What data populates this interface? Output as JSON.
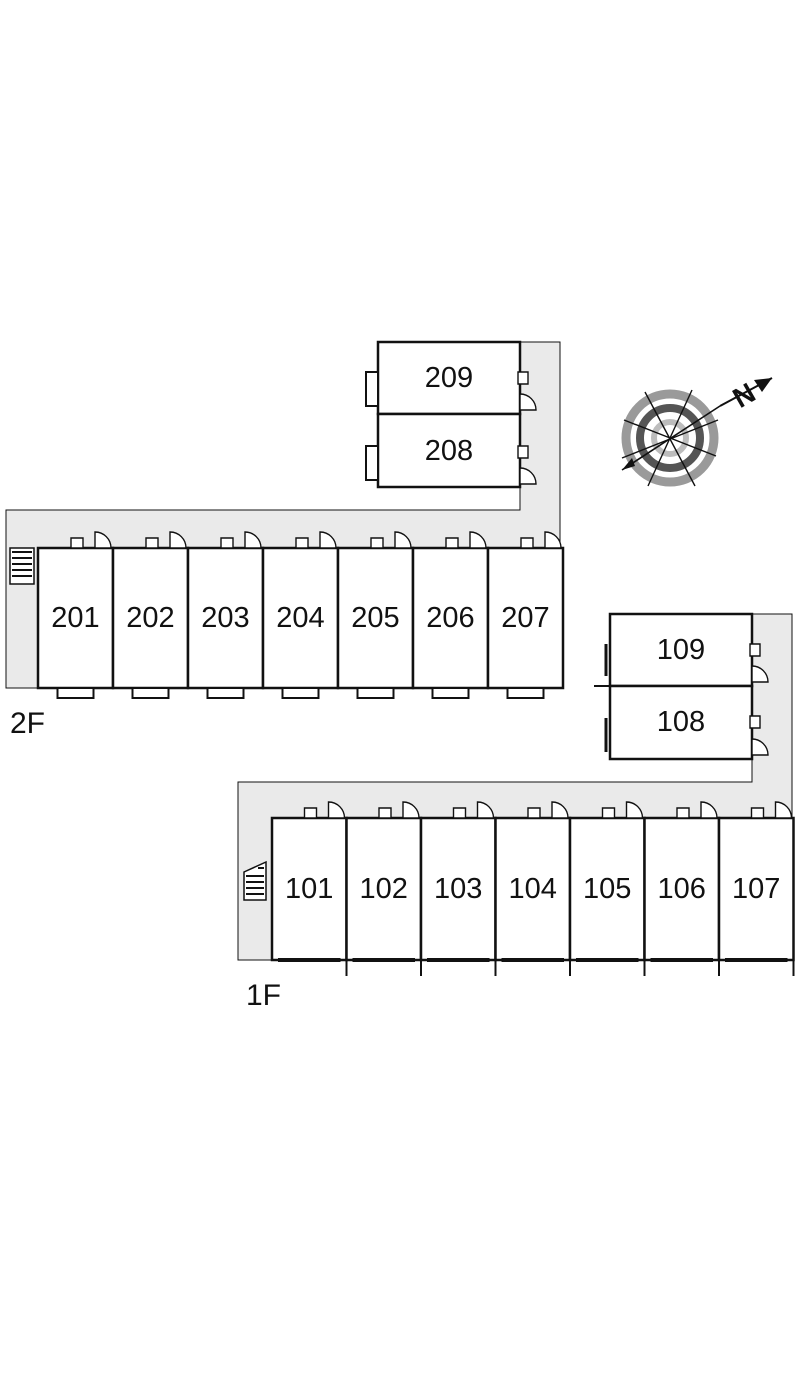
{
  "floors": {
    "second": {
      "label": "2F",
      "units": [
        "201",
        "202",
        "203",
        "204",
        "205",
        "206",
        "207"
      ],
      "annex": [
        "209",
        "208"
      ]
    },
    "first": {
      "label": "1F",
      "units": [
        "101",
        "102",
        "103",
        "104",
        "105",
        "106",
        "107"
      ],
      "annex": [
        "109",
        "108"
      ]
    }
  },
  "compass": {
    "label": "N",
    "icon": "compass-icon"
  },
  "colors": {
    "corridor": "#eaeaea",
    "wall": "#111111"
  }
}
